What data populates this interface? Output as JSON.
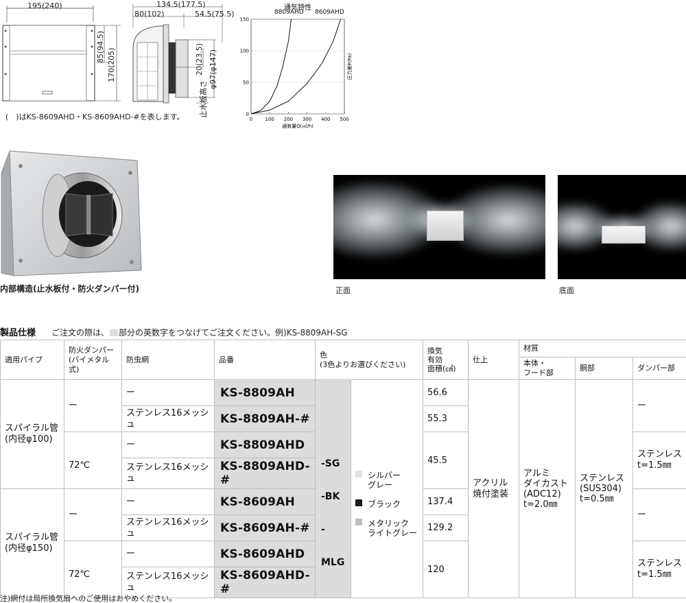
{
  "dims": {
    "width_total": "195(240)",
    "hood_depth_total": "134.5(177.5)",
    "hood_depth": "80(102)",
    "pipe_length": "54.5(75.5)",
    "height_upper": "85(94.5)",
    "height_total": "170(205)",
    "pipe_offset": "20(23.5)",
    "pipe_diameter": "φ97(φ147)",
    "waterstop_label": "止水板高さ",
    "note": "(　)はKS-8609AHD・KS-8609AHD-#を表します。"
  },
  "chart_data": {
    "type": "line",
    "title": "通気特性",
    "xlabel": "通気量Q(㎥/h)",
    "ylabel": "圧力差P(Pa)",
    "xlim": [
      0,
      500
    ],
    "ylim": [
      0,
      150
    ],
    "xticks": [
      0,
      100,
      200,
      300,
      400,
      500
    ],
    "yticks": [
      0,
      50,
      100,
      150
    ],
    "series": [
      {
        "name": "8809AHD",
        "x": [
          0,
          50,
          100,
          140,
          170,
          200,
          215
        ],
        "y": [
          0,
          5,
          20,
          45,
          75,
          115,
          150
        ]
      },
      {
        "name": "8609AHD",
        "x": [
          0,
          100,
          200,
          300,
          380,
          440,
          480
        ],
        "y": [
          0,
          6,
          20,
          48,
          80,
          115,
          150
        ]
      }
    ],
    "grid": false
  },
  "captions": {
    "internal": "内部構造(止水板付・防火ダンパー付)",
    "front": "正面",
    "bottom": "底面"
  },
  "spec": {
    "title": "製品仕様",
    "intro_a": "ご注文の際は、",
    "intro_b": "部分の英数字をつなげてご注文ください。例)KS-8809AH-SG",
    "headers": {
      "pipe": "適用パイプ",
      "damper": "防火ダンパー\n(バイメタル式)",
      "net": "防虫網",
      "model": "品番",
      "color": "色\n(3色よりお選びください)",
      "area": "換気\n有効\n面積(㎠)",
      "finish": "仕上",
      "material": "材質",
      "body": "本体・\nフード部",
      "torso": "胴部",
      "damper_part": "ダンパー部"
    },
    "pipe_100": "スパイラル管\n(内径φ100)",
    "pipe_150": "スパイラル管\n(内径φ150)",
    "damper_none": "ー",
    "damper_72": "72℃",
    "net_none": "ー",
    "net_mesh": "ステンレス16メッシュ",
    "models": [
      "KS-8809AH",
      "KS-8809AH-#",
      "KS-8809AHD",
      "KS-8809AHD-#",
      "KS-8609AH",
      "KS-8609AH-#",
      "KS-8609AHD",
      "KS-8609AHD-#"
    ],
    "color_codes": [
      "-SG",
      "-BK",
      "-MLG"
    ],
    "colors": [
      {
        "name": "シルバー\nグレー",
        "hex": "#e2e2e2"
      },
      {
        "name": "ブラック",
        "hex": "#1a1a1a"
      },
      {
        "name": "メタリック\nライトグレー",
        "hex": "#bdbdbd"
      }
    ],
    "areas": [
      "56.6",
      "55.3",
      "45.5",
      "137.4",
      "129.2",
      "120"
    ],
    "finish": "アクリル\n焼付塗装",
    "body_material": "アルミ\nダイカスト\n(ADC12)\nt=2.0㎜",
    "torso_material": "ステンレス\n(SUS304)\nt=0.5㎜",
    "damper_part_none": "ー",
    "damper_part_ss": "ステンレス\nt=1.5㎜"
  },
  "footnote": "注)網付は局所換気扇へのご使用はおやめください。"
}
